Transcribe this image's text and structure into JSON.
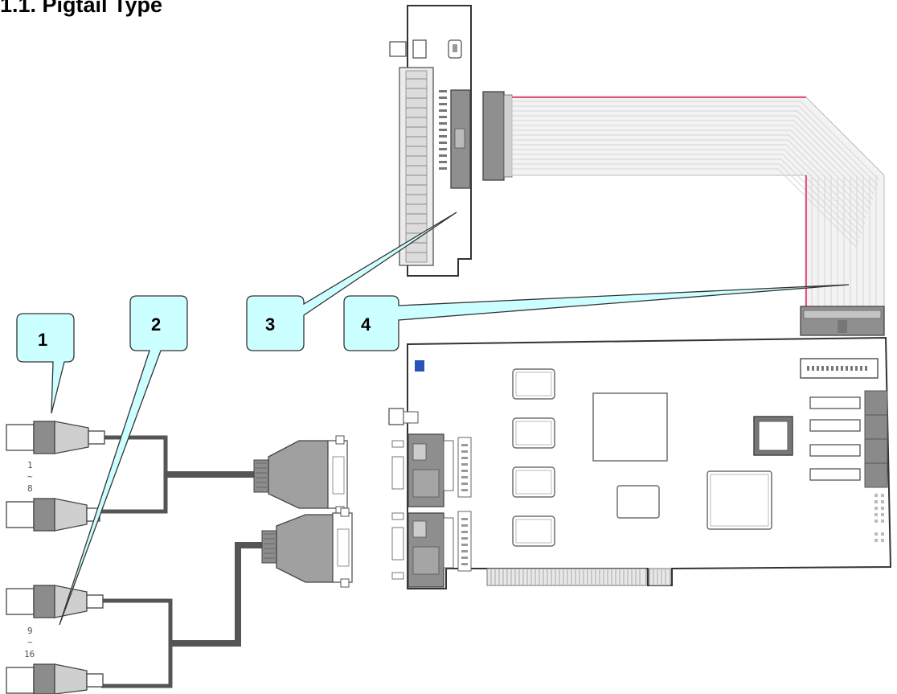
{
  "title": "1.1. Pigtail Type",
  "callouts": [
    {
      "id": "1",
      "label": "1"
    },
    {
      "id": "2",
      "label": "2"
    },
    {
      "id": "3",
      "label": "3"
    },
    {
      "id": "4",
      "label": "4"
    }
  ],
  "connector_groups": {
    "upper": {
      "top": "1",
      "sep": "~",
      "bottom": "8"
    },
    "lower": {
      "top": "9",
      "sep": "~",
      "bottom": "16"
    }
  },
  "colors": {
    "callout_fill": "#ccffff",
    "callout_stroke": "#333333",
    "cable_dark": "#555555",
    "ribbon_red": "#e8557a",
    "ribbon_gray": "#dddddd",
    "connector_gray": "#8c8c8c",
    "chip_stroke": "#6f6f6f"
  }
}
